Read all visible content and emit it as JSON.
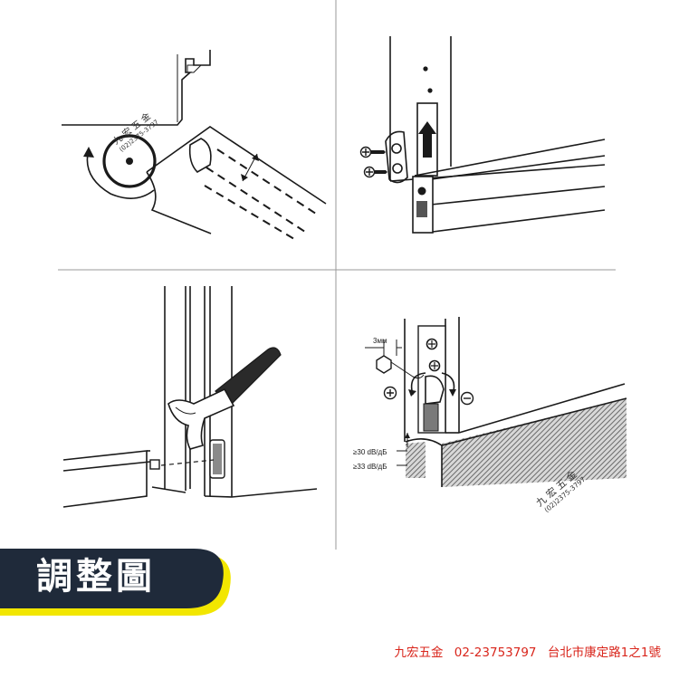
{
  "colors": {
    "banner": "#1f2a3a",
    "banner_accent": "#f2e600",
    "footer_text": "#d9261c"
  },
  "title": "調整圖",
  "footer": {
    "shop": "九宏五金",
    "phone": "02-23753797",
    "address": "台北市康定路1之1號"
  },
  "watermark": {
    "name": "九 宏 五 金",
    "phone": "(02)2375-3797"
  },
  "panel4": {
    "gap_label": "3мм",
    "rating_1": "≥30 dB/дБ",
    "rating_2": "≥33 dB/дБ"
  },
  "icons": [
    "screw-icon",
    "hexagon-icon",
    "plus-screw-icon",
    "minus-screw-icon",
    "up-arrow-icon",
    "hammer-icon",
    "rotate-arrow-icon"
  ]
}
